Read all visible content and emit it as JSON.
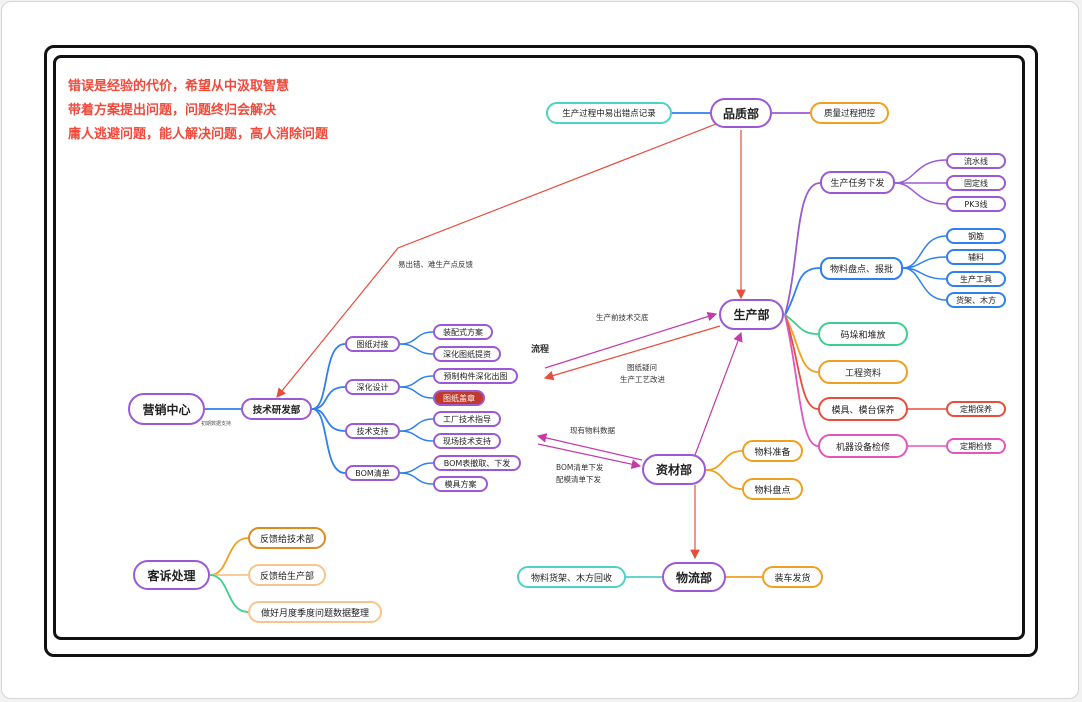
{
  "mottos": [
    "错误是经验的代价，希望从中汲取智慧",
    "带着方案提出问题，问题终归会解决",
    "庸人逃避问题，能人解决问题，高人消除问题"
  ],
  "nodes": {
    "quality": "品质部",
    "quality_record": "生产过程中易出错点记录",
    "quality_control": "质量过程把控",
    "production": "生产部",
    "prod_task": "生产任务下发",
    "line_flow": "流水线",
    "line_fixed": "固定线",
    "line_pk3": "PK3线",
    "prod_material": "物料盘点、报批",
    "mat_steel": "钢筋",
    "mat_aux": "辅料",
    "mat_tools": "生产工具",
    "mat_racks": "货架、木方",
    "stacking": "码垛和堆放",
    "eng_docs": "工程资料",
    "mold_maint": "模具、模台保养",
    "mold_regular": "定期保养",
    "equip_check": "机器设备检修",
    "equip_regular": "定期检修",
    "marketing": "营销中心",
    "rd": "技术研发部",
    "rd_note": "初期数据支持",
    "drawing_review": "图纸对接",
    "assembly_plan": "装配式方案",
    "deep_drawing_check": "深化图纸提资",
    "deep_design": "深化设计",
    "precast_drawing": "预制构件深化出图",
    "drawing_archive": "图纸盖章",
    "tech_support": "技术支持",
    "factory_guide": "工厂技术指导",
    "site_support": "现场技术支持",
    "bom": "BOM清单",
    "bom_issue": "BOM表撤取、下发",
    "mold_plan": "模具方案",
    "materials": "资材部",
    "mat_prepare": "物料准备",
    "mat_count": "物料盘点",
    "logistics": "物流部",
    "logi_recycle": "物料货架、木方回收",
    "logi_ship": "装车发货",
    "complaint": "客诉处理",
    "cp_to_tech": "反馈给技术部",
    "cp_to_prod": "反馈给生产部",
    "cp_data": "做好月度季度问题数据整理"
  },
  "edge_labels": {
    "quality_to_rd": "易出错、难生产点反馈",
    "rd_to_prod": "生产前技术交底",
    "feedback": "流程",
    "prod_to_rd_1": "图纸疑问",
    "prod_to_rd_2": "生产工艺改进",
    "materials_to_rd": "现有物料数据",
    "rd_to_materials_1": "BOM清单下发",
    "rd_to_materials_2": "配模清单下发"
  },
  "colors": {
    "purple": "#9b59d6",
    "blue": "#2f80ed",
    "green": "#3ecf8e",
    "teal": "#4fd1c5",
    "orange": "#f0a020",
    "red": "#e74c3c",
    "pink": "#e056c1",
    "darkred": "#c0392b",
    "motto": "#f04a3a"
  }
}
